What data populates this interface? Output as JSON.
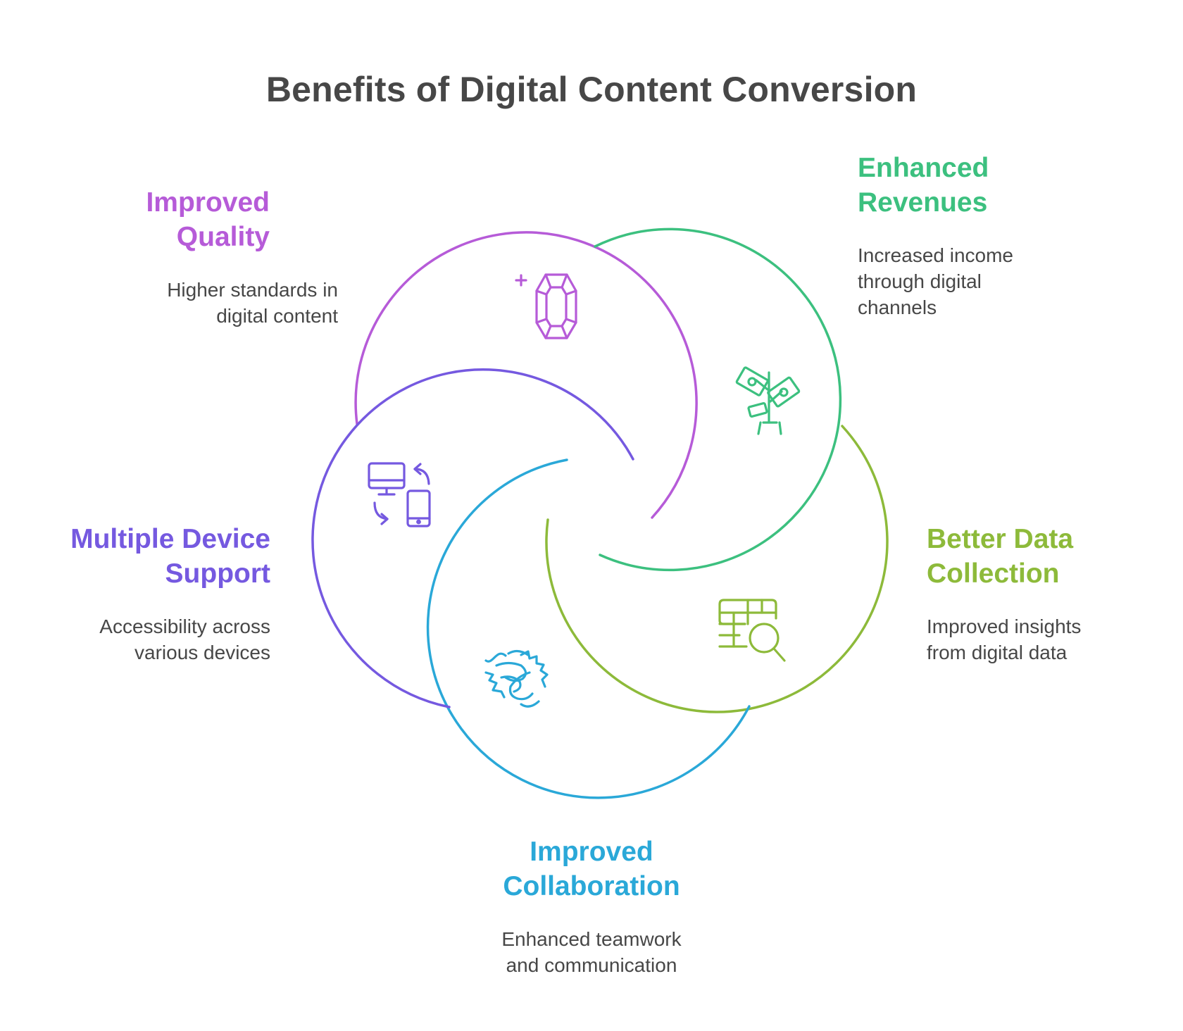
{
  "title": "Benefits of Digital Content Conversion",
  "colors": {
    "title": "#474747",
    "text": "#474747",
    "quality": "#B65BD8",
    "revenues": "#3CC07F",
    "data": "#8DBA3A",
    "collaboration": "#2AA8D8",
    "device": "#7559E0"
  },
  "items": {
    "quality": {
      "heading_line1": "Improved",
      "heading_line2": "Quality",
      "desc_line1": "Higher standards in",
      "desc_line2": "digital content",
      "icon": "gem-icon"
    },
    "revenues": {
      "heading_line1": "Enhanced",
      "heading_line2": "Revenues",
      "desc_line1": "Increased income",
      "desc_line2": "through digital",
      "desc_line3": "channels",
      "icon": "money-plant-icon"
    },
    "data": {
      "heading_line1": "Better Data",
      "heading_line2": "Collection",
      "desc_line1": "Improved insights",
      "desc_line2": "from digital data",
      "icon": "table-search-icon"
    },
    "collaboration": {
      "heading_line1": "Improved",
      "heading_line2": "Collaboration",
      "desc_line1": "Enhanced teamwork",
      "desc_line2": "and communication",
      "icon": "fist-bump-icon"
    },
    "device": {
      "heading_line1": "Multiple Device",
      "heading_line2": "Support",
      "desc_line1": "Accessibility across",
      "desc_line2": "various devices",
      "icon": "device-sync-icon"
    }
  }
}
